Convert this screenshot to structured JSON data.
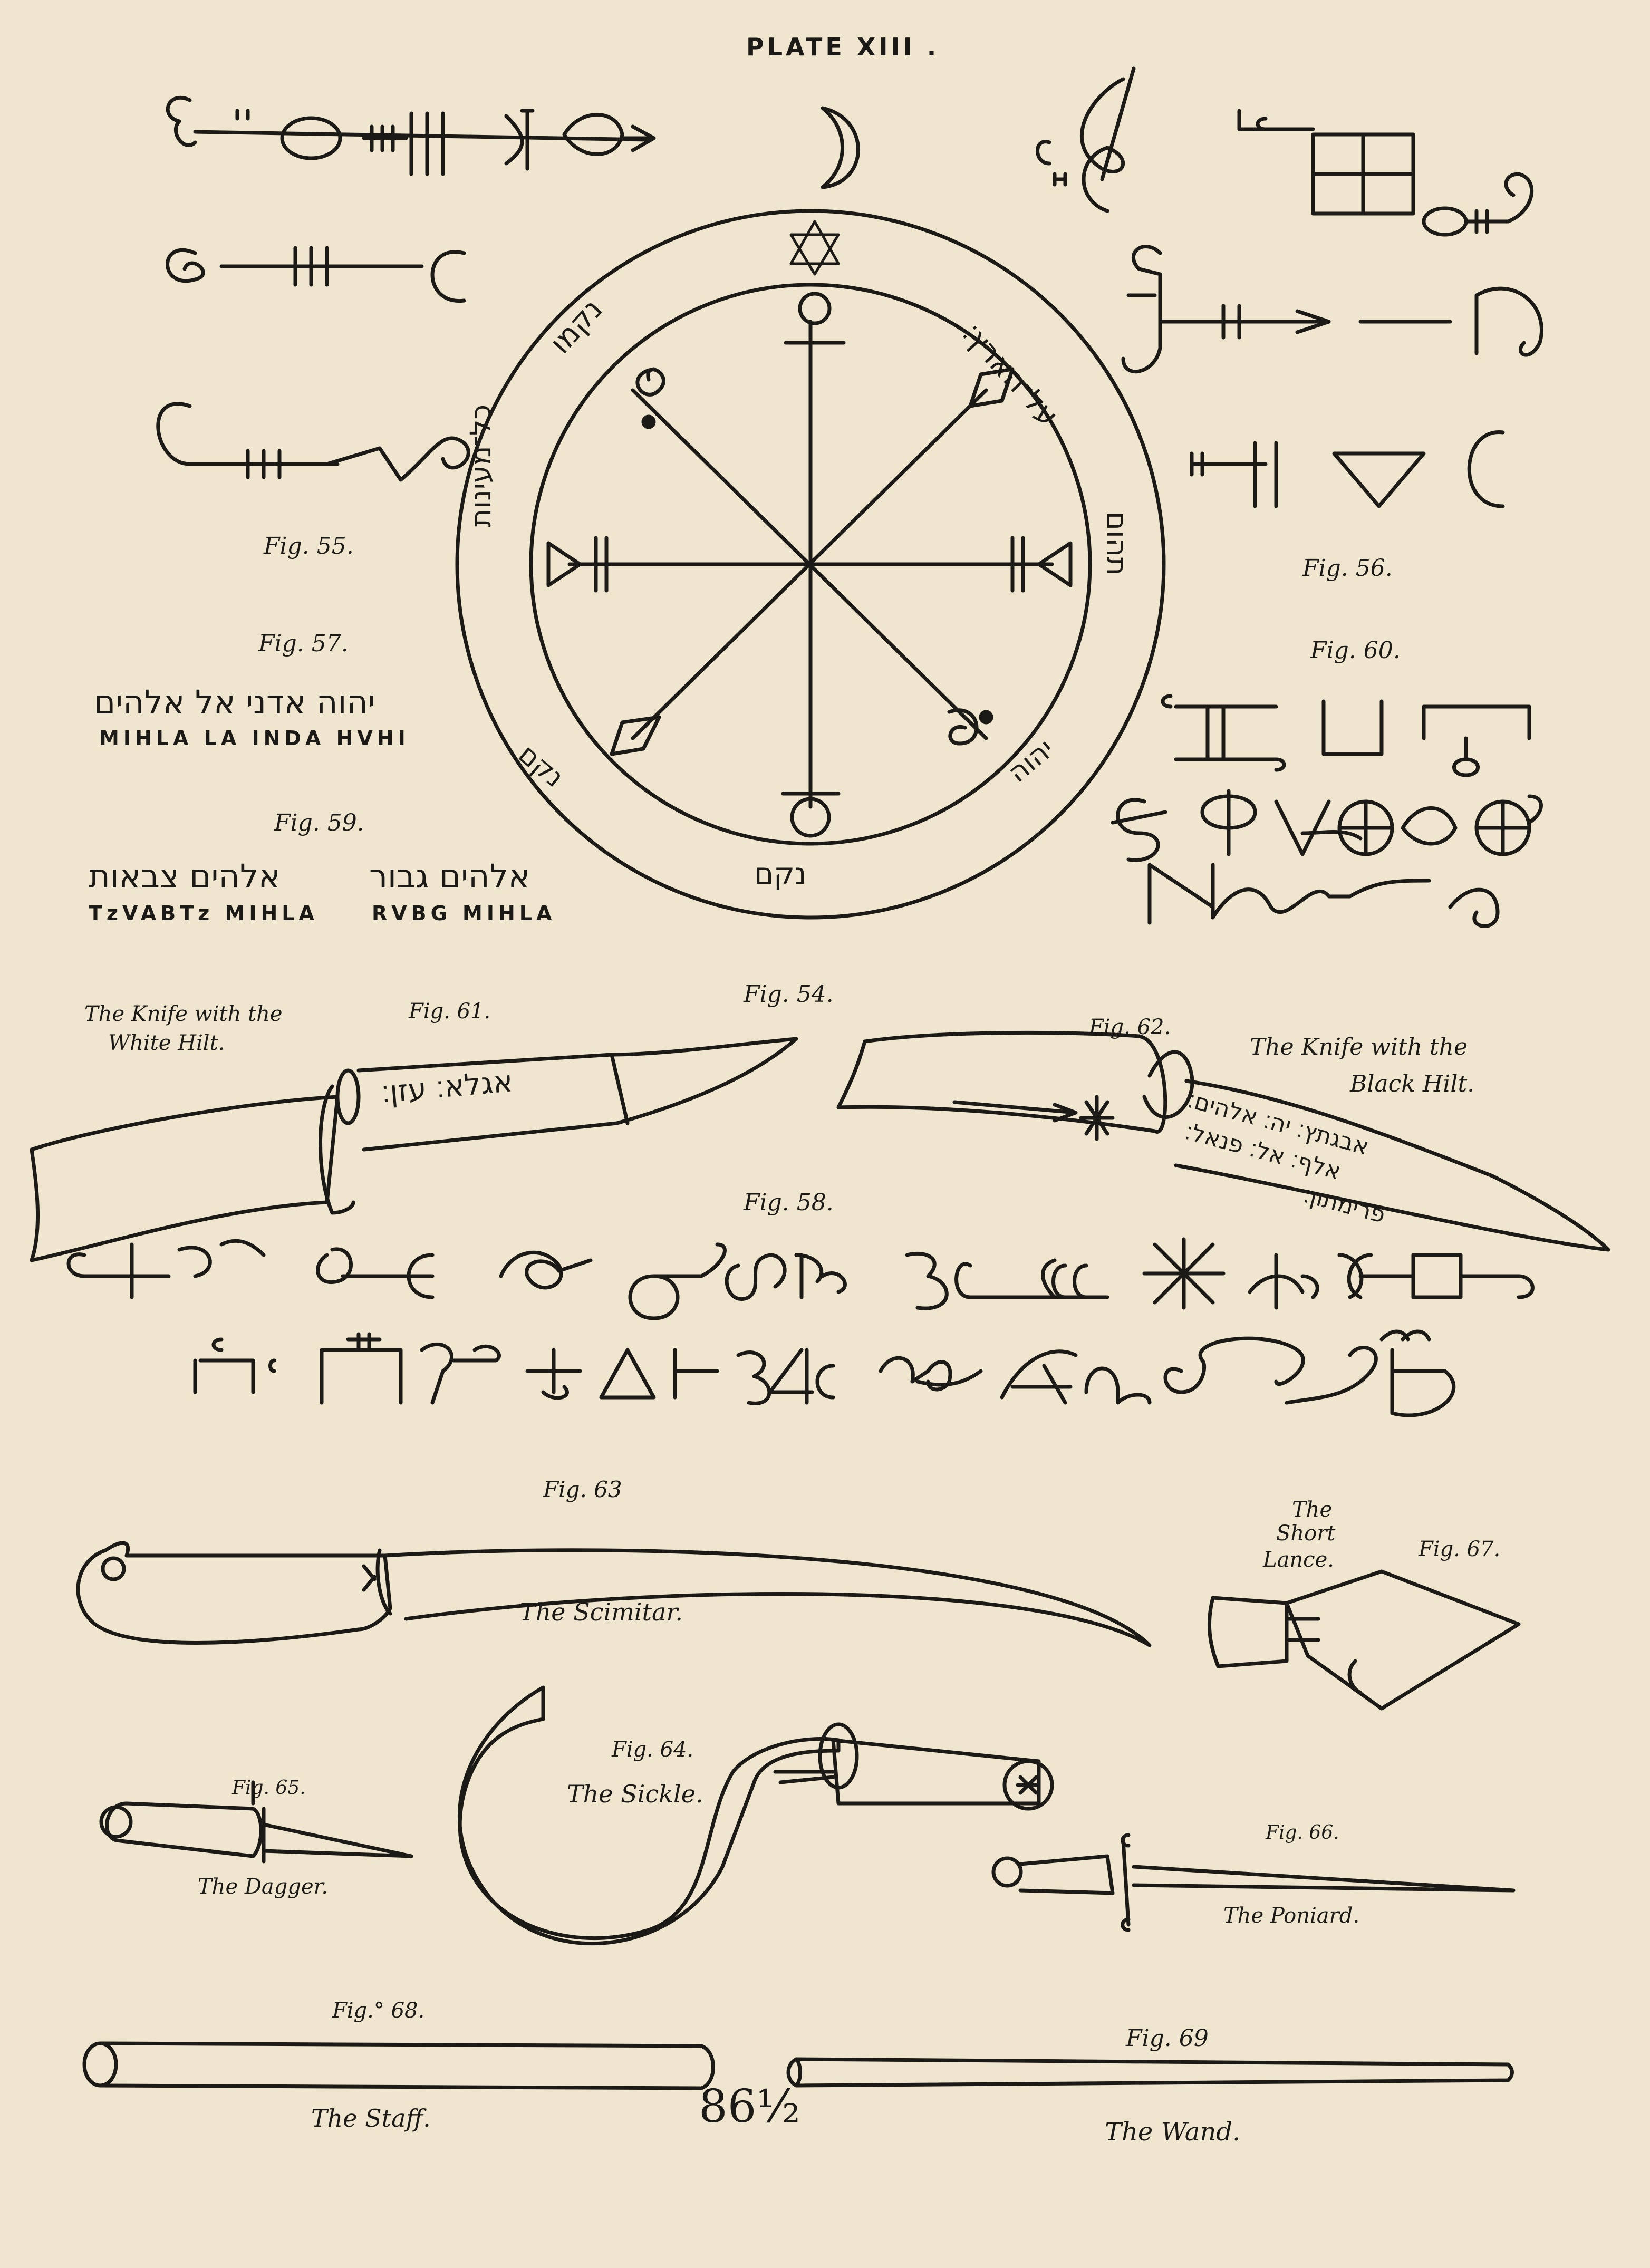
{
  "plate_title": "PLATE XIII .",
  "page_number": "86½",
  "figures": {
    "fig55": "Fig. 55.",
    "fig56": "Fig. 56.",
    "fig57": "Fig. 57.",
    "fig59": "Fig. 59.",
    "fig60": "Fig. 60.",
    "fig54": "Fig. 54.",
    "fig61": "Fig. 61.",
    "fig62": "Fig. 62.",
    "fig58": "Fig. 58.",
    "fig63": "Fig. 63",
    "fig67": "Fig. 67.",
    "fig64": "Fig. 64.",
    "fig65": "Fig. 65.",
    "fig66": "Fig. 66.",
    "fig68": "Fig.° 68.",
    "fig69": "Fig. 69"
  },
  "fig57_hebrew": "יהוה אדני אל אלהים",
  "fig57_caption": "MIHLA LA INDA HVHI",
  "fig59_hebrew_left": "אלהים צבאות",
  "fig59_caption_left": "TzVABTz MIHLA",
  "fig59_hebrew_right": "אלהים גבור",
  "fig59_caption_right": "RVBG MIHLA",
  "pentacle": {
    "top_right_text": "על־הארץ׃",
    "top_left_text": "נקמו",
    "left_text": "כל־מעינות",
    "right_text": "תהום",
    "bottom_text": "נקם",
    "bottom_left_text": "נקם",
    "bottom_right_text": "יהוה"
  },
  "knife_white": {
    "caption_line1": "The Knife with the",
    "caption_line2": "White Hilt.",
    "blade_text": "אגלא׃ עזן׃"
  },
  "knife_black": {
    "caption_line1": "The Knife with the",
    "caption_line2": "Black Hilt.",
    "blade_text_line1": "אבגתץ׃ יה׃ אלהים׃",
    "blade_text_line2": "אלף׃ אל׃ פנאל׃",
    "blade_text_line3": "פרימתון׃"
  },
  "scimitar_caption": "The Scimitar.",
  "short_lance_caption_line1": "The",
  "short_lance_caption_line2": "Short",
  "short_lance_caption_line3": "Lance.",
  "sickle_caption": "The Sickle.",
  "dagger_caption": "The Dagger.",
  "poniard_caption": "The Poniard.",
  "staff_caption": "The Staff.",
  "wand_caption": "The Wand."
}
